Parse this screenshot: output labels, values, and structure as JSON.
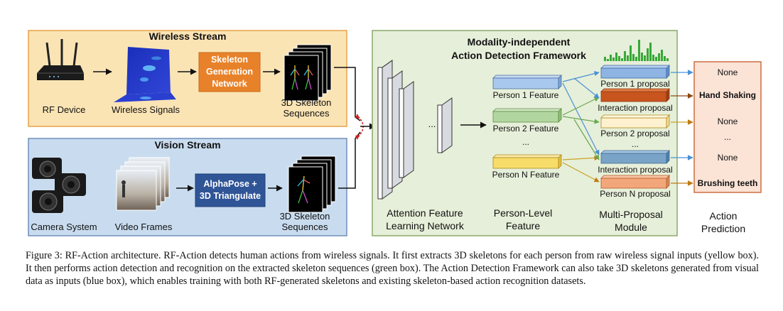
{
  "wireless": {
    "title": "Wireless Stream",
    "rf_device": "RF Device",
    "wireless_signals": "Wireless Signals",
    "skeleton_net": [
      "Skeleton",
      "Generation",
      "Network"
    ],
    "skeleton_seq": [
      "3D Skeleton",
      "Sequences"
    ]
  },
  "vision": {
    "title": "Vision Stream",
    "camera": "Camera System",
    "video_frames": "Video Frames",
    "alphapose": [
      "AlphaPose +",
      "3D Triangulate"
    ],
    "skeleton_seq": [
      "3D Skeleton",
      "Sequences"
    ]
  },
  "framework": {
    "title": [
      "Modality-independent",
      "Action Detection Framework"
    ],
    "attention": [
      "Attention Feature",
      "Learning Network"
    ],
    "person_level": [
      "Person-Level",
      "Feature"
    ],
    "multi_proposal": [
      "Multi-Proposal",
      "Module"
    ],
    "ellipsis": "...",
    "person_features": [
      "Person 1 Feature",
      "Person 2 Feature",
      "...",
      "Person N Feature"
    ],
    "proposals": [
      "Person 1 proposal",
      "Interaction proposal",
      "Person 2 proposal",
      "...",
      "Interaction proposal",
      "Person N proposal"
    ]
  },
  "prediction": {
    "title": [
      "Action",
      "Prediction"
    ],
    "items": [
      "None",
      "Hand Shaking",
      "None",
      "...",
      "None",
      "Brushing teeth"
    ]
  },
  "caption": "Figure 3: RF-Action architecture. RF-Action detects human actions from wireless signals. It first extracts 3D skeletons for each person from raw wireless signal inputs (yellow box). It then performs action detection and recognition on the extracted skeleton sequences (green box). The Action Detection Framework can also take 3D skeletons generated from visual data as inputs (blue box), which enables training with both RF-generated skeletons and existing skeleton-based action recognition datasets.",
  "colors": {
    "wireless_bg": "#fbe4b4",
    "wireless_border": "#e8a24a",
    "vision_bg": "#c9dcef",
    "vision_border": "#6f8fb8",
    "framework_bg": "#e6efd9",
    "framework_border": "#8aa86b",
    "prediction_bg": "#fbe3d6",
    "prediction_border": "#c55a28",
    "skeleton_net_box": "#e8822a",
    "alphapose_box": "#2f5597"
  }
}
